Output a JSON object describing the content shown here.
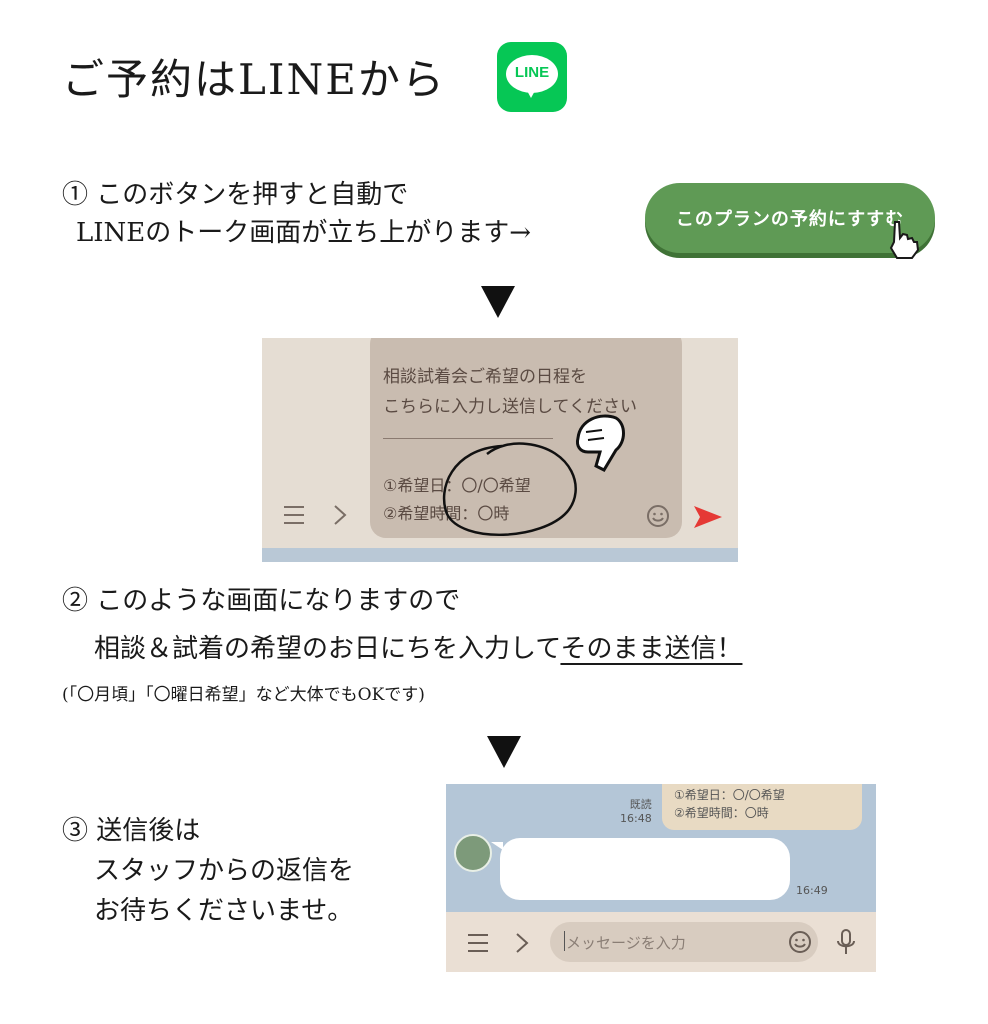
{
  "header": {
    "title": "ご予約はLINEから",
    "logo_text": "LINE"
  },
  "step1": {
    "line1": "① このボタンを押すと自動で",
    "line2": "LINEのトーク画面が立ち上がります→",
    "button_label": "このプランの予約にすすむ"
  },
  "shot1": {
    "message_line1": "相談試着会ご希望の日程を",
    "message_line2": "こちらに入力し送信してください",
    "field1": "①希望日：〇/〇希望",
    "field2": "②希望時間：〇時"
  },
  "step2": {
    "line1": "② このような画面になりますので",
    "line2_prefix": "相談＆試着の希望のお日にちを入力して",
    "line2_emphasis": "そのまま送信！",
    "note": "(「〇月頃」「〇曜日希望」など大体でもOKです)"
  },
  "shot2": {
    "field1": "①希望日：〇/〇希望",
    "field2": "②希望時間：〇時",
    "read_label": "既読",
    "sent_time": "16:48",
    "reply_time": "16:49",
    "input_placeholder": "メッセージを入力"
  },
  "step3": {
    "line1": "③ 送信後は",
    "line2": "スタッフからの返信を",
    "line3": "お待ちくださいませ。"
  },
  "colors": {
    "line_green": "#06c755",
    "button_green": "#5f9a55",
    "send_red": "#e53935"
  }
}
